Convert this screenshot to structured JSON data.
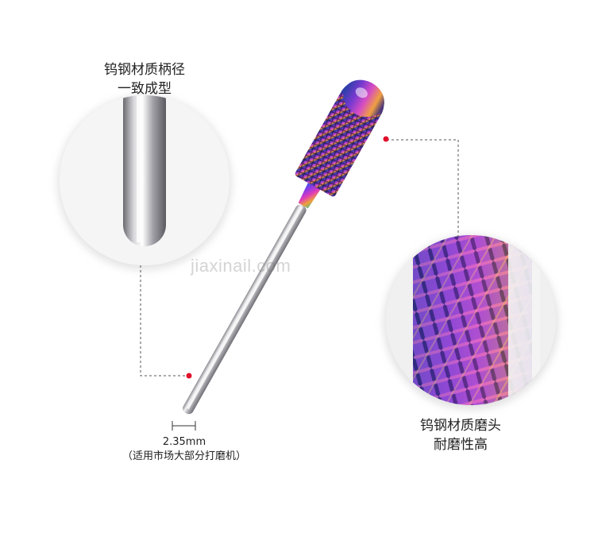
{
  "labels": {
    "shank_title_line1": "钨钢材质柄径",
    "shank_title_line2": "一致成型",
    "head_title_line1": "钨钢材质磨头",
    "head_title_line2": "耐磨性高",
    "diameter": "2.35mm",
    "diameter_note": "（适用市场大部分打磨机）"
  },
  "watermark": "jiaxinail.com",
  "colors": {
    "callout_dot": "#e0102a",
    "dashed_line": "#555555",
    "shaft": "#c8c8cc",
    "iridescent": [
      "#3a6cf0",
      "#9b3cf0",
      "#e040c0",
      "#f0a030",
      "#40c8a0"
    ]
  }
}
